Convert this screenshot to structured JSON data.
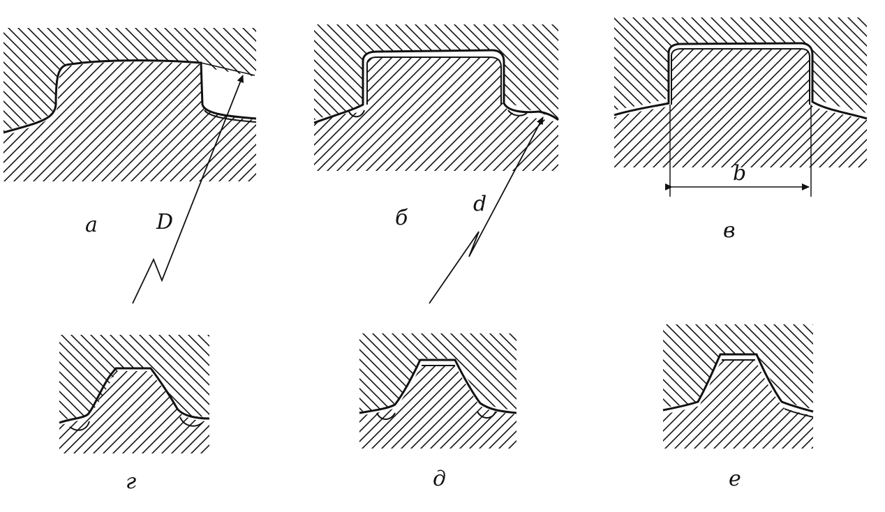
{
  "figure": {
    "captions": {
      "a": "а",
      "b": "б",
      "c": "в",
      "d": "г",
      "e": "д",
      "f": "е"
    },
    "dimension_labels": {
      "major_diameter": "D",
      "minor_diameter": "d",
      "tooth_width": "b"
    }
  }
}
